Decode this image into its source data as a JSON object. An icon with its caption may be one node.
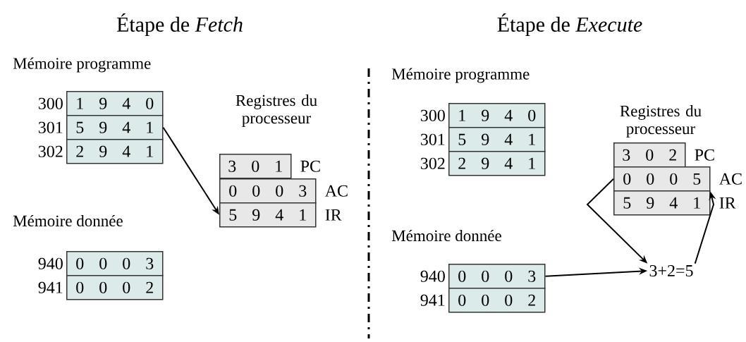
{
  "diagram": {
    "nodes": [
      {
        "text": [
          "1 9 4 0"
        ],
        "beside": [
          "300"
        ]
      },
      {
        "text": [
          "5 9 4 1"
        ],
        "beside": [
          "301"
        ]
      },
      {
        "text": [
          "2 9 4 1"
        ],
        "beside": [
          "302"
        ]
      },
      {
        "text": [
          "3 0 1"
        ],
        "beside": [
          "PC"
        ]
      },
      {
        "text": [
          "0 0 0 3"
        ],
        "beside": [
          "AC"
        ]
      },
      {
        "text": [
          "5 9 4 1"
        ],
        "beside": [
          "IR"
        ]
      },
      {
        "text": [
          "0 0 0 3"
        ],
        "beside": [
          "940"
        ]
      },
      {
        "text": [
          "0 0 0 2"
        ],
        "beside": [
          "941"
        ]
      },
      {
        "text": [
          "1 9 4 0"
        ],
        "beside": [
          "300"
        ]
      },
      {
        "text": [
          "5 9 4 1"
        ],
        "beside": [
          "301"
        ]
      },
      {
        "text": [
          "2 9 4 1"
        ],
        "beside": [
          "302"
        ]
      },
      {
        "text": [
          "3 0 2"
        ],
        "beside": [
          "PC"
        ]
      },
      {
        "text": [
          "0 0 0 5"
        ],
        "beside": [
          "AC"
        ]
      },
      {
        "text": [
          "5 9 4 1"
        ],
        "beside": [
          "IR"
        ]
      },
      {
        "text": [
          "0 0 0 3"
        ],
        "beside": [
          "940"
        ]
      },
      {
        "text": [
          "0 0 0 2"
        ],
        "beside": [
          "941"
        ]
      },
      {
        "text": [
          "3+2=5"
        ]
      }
    ],
    "edges": [
      {
        "from": 1,
        "to": 5,
        "arrow": "to"
      },
      {
        "from": 12,
        "to": 16,
        "arrow": "to"
      },
      {
        "from": 14,
        "to": 16,
        "arrow": "to"
      },
      {
        "from": 16,
        "to": 12,
        "arrow": "to"
      }
    ],
    "labels": [
      "Étape de *Fetch*",
      "Étape de *Execute*",
      "Mémoire programme",
      "Registres du processeur",
      "Mémoire donnée",
      "Mémoire programme",
      "Registres du processeur",
      "Mémoire donnée"
    ]
  }
}
